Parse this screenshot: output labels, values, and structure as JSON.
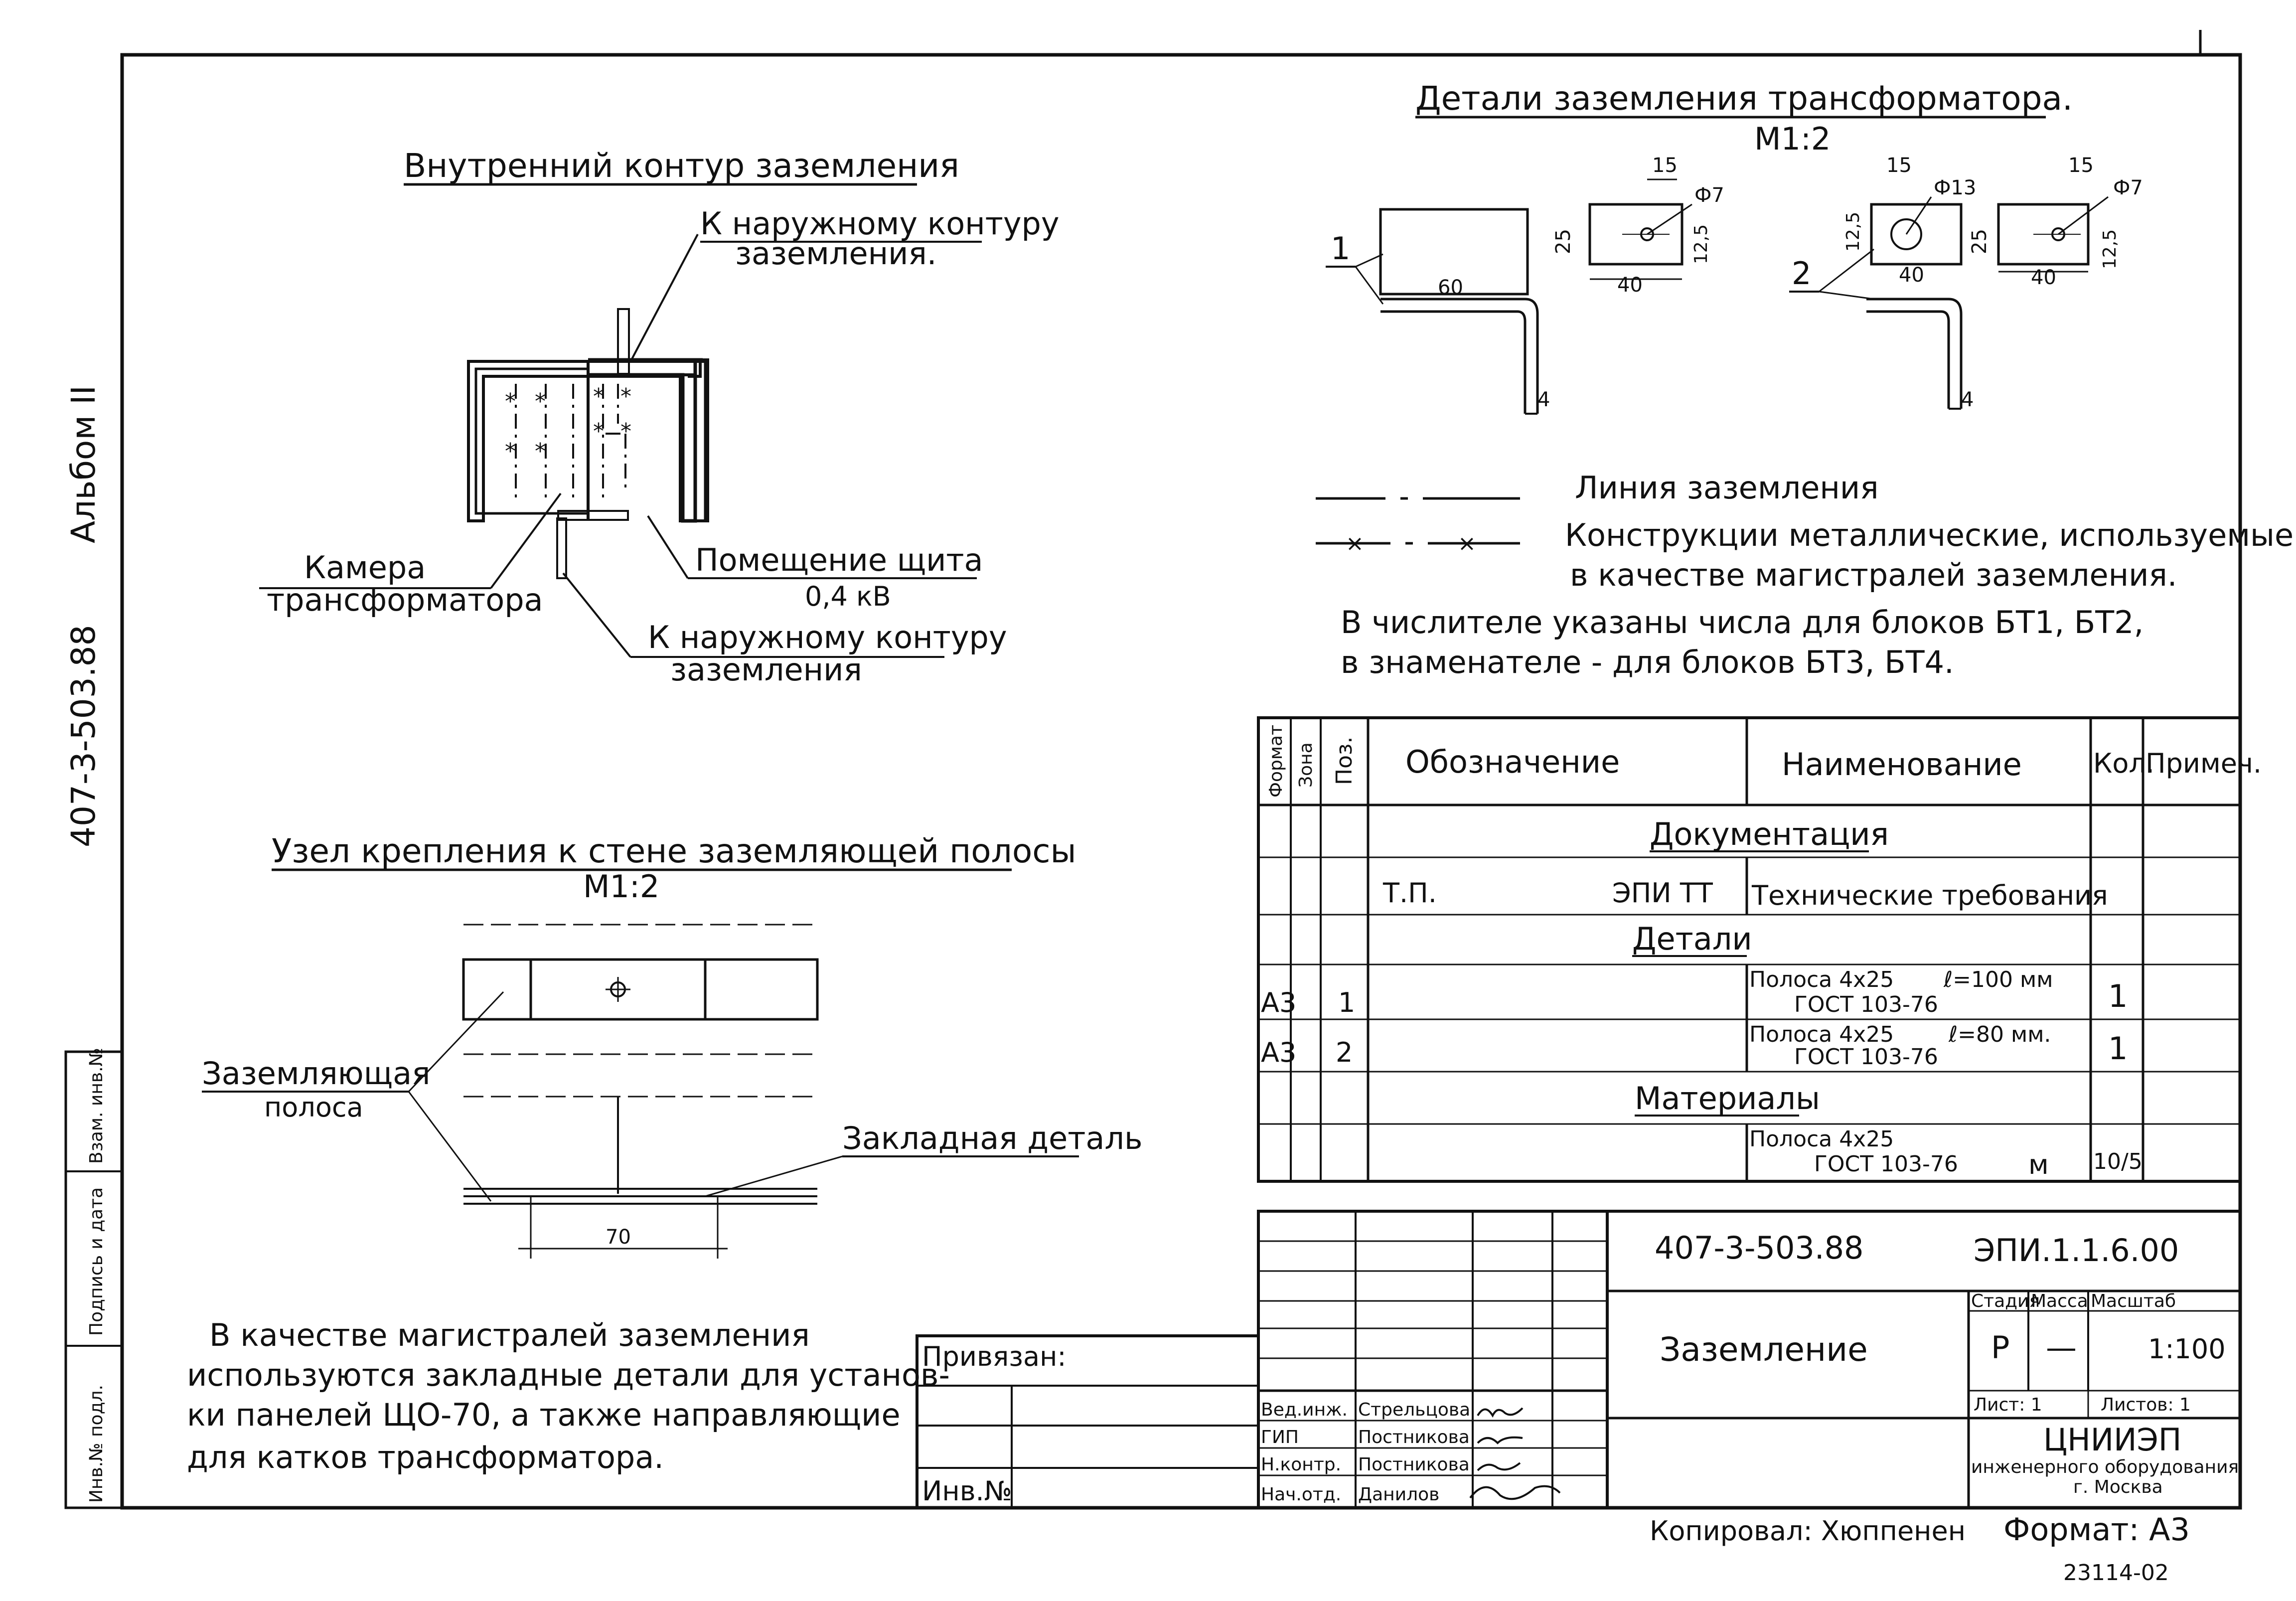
{
  "frame": {
    "album": "Альбом II",
    "project_code_vertical": "407-3-503.88",
    "side_stamp": [
      "Инв.№ подл.",
      "Подпись и дата",
      "Взам. инв.№"
    ]
  },
  "inner_contour": {
    "title": "Внутренний контур заземления",
    "to_outer_top": [
      "К наружному контуру",
      "заземления."
    ],
    "to_outer_bottom": [
      "К наружному контуру",
      "заземления"
    ],
    "chamber": [
      "Камера",
      "трансформатора"
    ],
    "panel_room": [
      "Помещение щита",
      "0,4 кВ"
    ]
  },
  "details": {
    "title": "Детали заземления трансформатора.",
    "scale": "М1:2",
    "pos1": "1",
    "pos2": "2",
    "dims": {
      "d60": "60",
      "d25a": "25",
      "d40a": "40",
      "d15a": "15",
      "d125a": "12,5",
      "phi7a": "Ф7",
      "d15b": "15",
      "d125b": "12,5",
      "d40b": "40",
      "phi13": "Ф13",
      "d15c": "15",
      "d25c": "25",
      "d40c": "40",
      "d125c": "12,5",
      "phi7c": "Ф7",
      "d4a": "4",
      "d4b": "4"
    }
  },
  "legend": {
    "ground_line": "Линия заземления",
    "metal_constructions": [
      "Конструкции металлические, используемые",
      "в качестве магистралей заземления."
    ],
    "note": [
      "В числителе указаны числа для блоков БТ1, БТ2,",
      "в знаменателе - для блоков БТ3, БТ4."
    ]
  },
  "fastening": {
    "title": "Узел крепления к стене заземляющей полосы",
    "scale": "М1:2",
    "strip": [
      "Заземляющая",
      "полоса"
    ],
    "embedded": "Закладная деталь",
    "dim70": "70"
  },
  "bottom_note": [
    "В качестве магистралей заземления",
    "используются закладные детали для установ-",
    "ки панелей ЩО-70, а также направляющие",
    "для катков трансформатора."
  ],
  "spec_table": {
    "headers": {
      "format": "Формат",
      "zone": "Зона",
      "pos": "Поз.",
      "designation": "Обозначение",
      "name": "Наименование",
      "qty": "Кол.",
      "note": "Примеч."
    },
    "sections": {
      "documentation": "Документация",
      "parts": "Детали",
      "materials": "Материалы"
    },
    "rows": {
      "doc": {
        "designation_left": "Т.П.",
        "designation_right": "ЭПИ ТТ",
        "name": "Технические требования"
      },
      "part1": {
        "format": "А3",
        "pos": "1",
        "name_line1": "Полоса  4х25",
        "name_len": "ℓ=100 мм",
        "name_line2": "ГОСТ 103-76",
        "qty": "1"
      },
      "part2": {
        "format": "А3",
        "pos": "2",
        "name_line1": "Полоса  4х25",
        "name_len": "ℓ=80 мм.",
        "name_line2": "ГОСТ 103-76",
        "qty": "1"
      },
      "mat1": {
        "name_line1": "Полоса  4х25",
        "name_line2": "ГОСТ 103-76",
        "unit": "м",
        "qty": "10/5"
      }
    }
  },
  "title_block": {
    "bound": "Привязан:",
    "inv_no": "Инв.№",
    "doc_number": "407-3-503.88",
    "sheet_code": "ЭПИ.1.1.6.00",
    "sheet_title": "Заземление",
    "stage_label": "Стадия",
    "mass_label": "Масса",
    "scale_label": "Масштаб",
    "stage": "Р",
    "mass": "—",
    "scale": "1:100",
    "sheet_label": "Лист: 1",
    "sheets_label": "Листов: 1",
    "org": [
      "ЦНИИЭП",
      "инженерного оборудования",
      "г. Москва"
    ],
    "signatures": [
      {
        "role": "Вед.инж.",
        "name": "Стрельцова"
      },
      {
        "role": "ГИП",
        "name": "Постникова"
      },
      {
        "role": "Н.контр.",
        "name": "Постникова"
      },
      {
        "role": "Нач.отд.",
        "name": "Данилов"
      }
    ]
  },
  "footer": {
    "copied_by": "Копировал: Хюппенен",
    "format": "Формат: А3",
    "stamp_number": "23114-02"
  }
}
